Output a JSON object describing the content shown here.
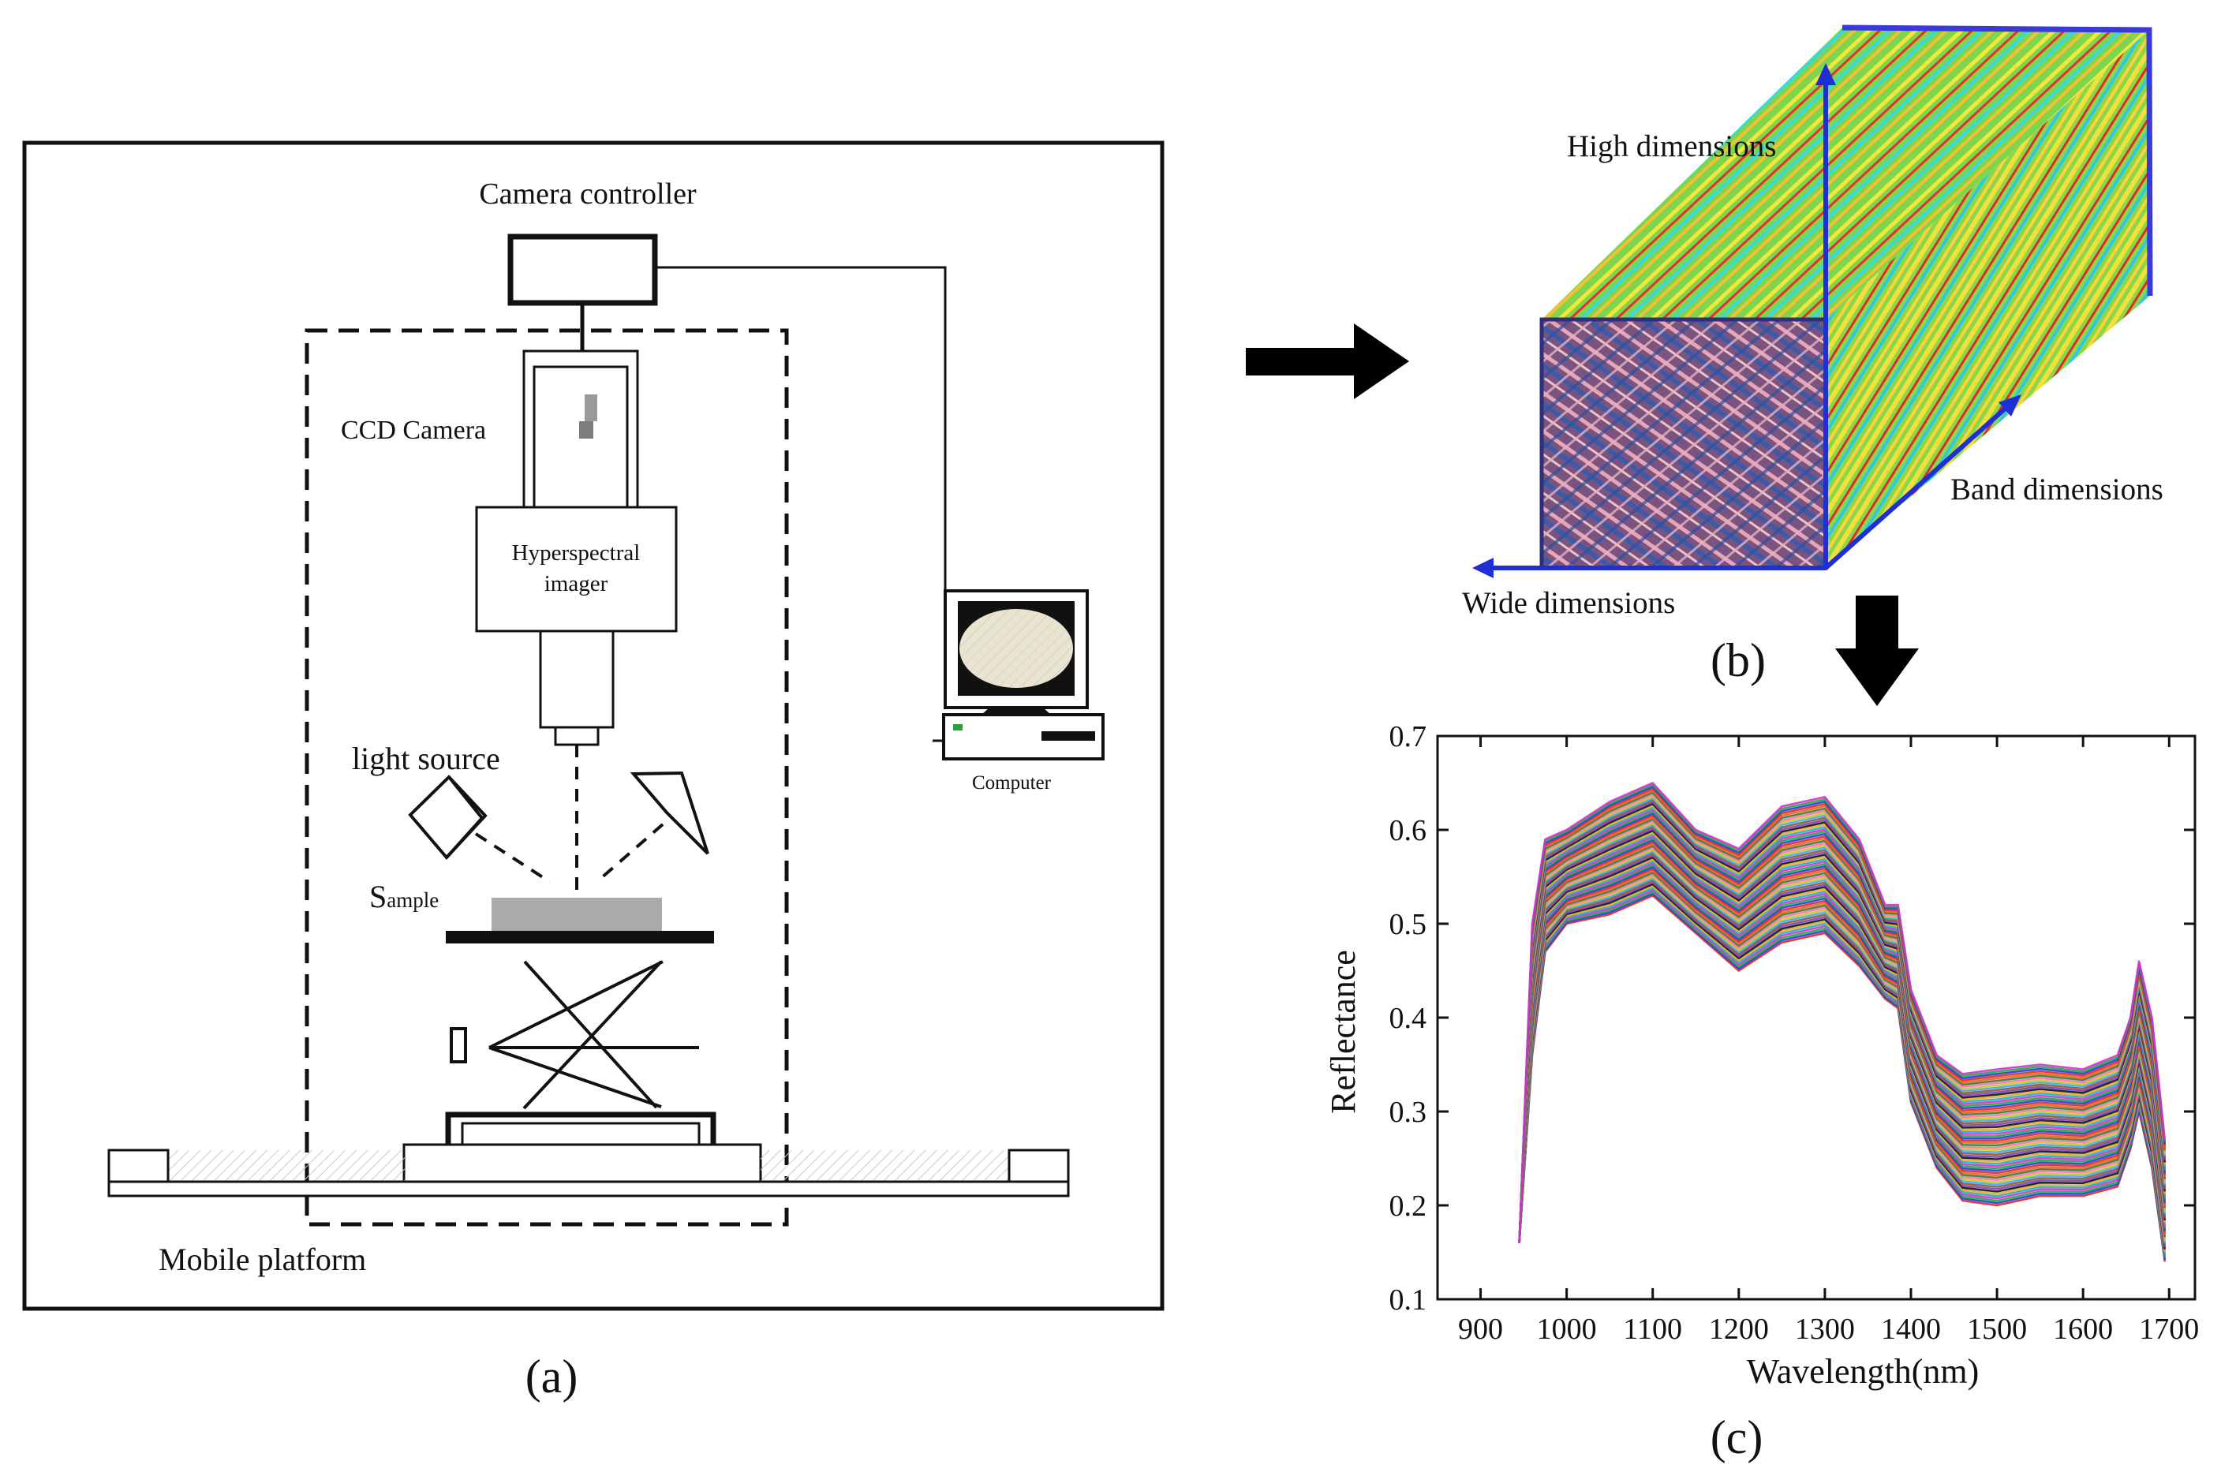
{
  "panel_a": {
    "camera_controller": "Camera controller",
    "ccd_camera": "CCD Camera",
    "imager_line1": "Hyperspectral",
    "imager_line2": "imager",
    "light_source": "light source",
    "sample_big": "S",
    "sample_small": "ample",
    "computer": "Computer",
    "mobile_platform": "Mobile platform",
    "caption": "(a)"
  },
  "panel_b": {
    "high": "High dimensions",
    "band": "Band dimensions",
    "wide": "Wide dimensions",
    "caption": "(b)"
  },
  "panel_c": {
    "caption": "(c)"
  },
  "colors": {
    "arrow": "#000000",
    "axis_arrow": "#1f2fd6",
    "cube_front": "#8a5e86",
    "cube_top": "#7fd84a"
  },
  "chart_data": {
    "type": "line",
    "xlabel": "Wavelength(nm)",
    "ylabel": "Reflectance",
    "xlim": [
      850,
      1730
    ],
    "ylim": [
      0.1,
      0.7
    ],
    "xticks": [
      "900",
      "1000",
      "1100",
      "1200",
      "1300",
      "1400",
      "1500",
      "1600",
      "1700"
    ],
    "yticks": [
      "0.1",
      "0.2",
      "0.3",
      "0.4",
      "0.5",
      "0.6",
      "0.7"
    ],
    "grid": false,
    "num_series": 60,
    "base_spectrum": {
      "wavelength": [
        945,
        960,
        975,
        1000,
        1050,
        1100,
        1150,
        1200,
        1250,
        1300,
        1340,
        1370,
        1385,
        1400,
        1430,
        1460,
        1500,
        1550,
        1600,
        1640,
        1655,
        1665,
        1680,
        1695
      ],
      "reflectance": [
        0.16,
        0.44,
        0.54,
        0.56,
        0.58,
        0.59,
        0.56,
        0.515,
        0.56,
        0.575,
        0.545,
        0.48,
        0.47,
        0.39,
        0.32,
        0.29,
        0.285,
        0.29,
        0.285,
        0.295,
        0.34,
        0.38,
        0.31,
        0.2
      ]
    },
    "envelope": {
      "upper_reflectance": [
        0.16,
        0.5,
        0.59,
        0.6,
        0.63,
        0.65,
        0.6,
        0.58,
        0.625,
        0.635,
        0.59,
        0.52,
        0.52,
        0.43,
        0.36,
        0.34,
        0.345,
        0.35,
        0.345,
        0.36,
        0.4,
        0.46,
        0.4,
        0.27
      ],
      "lower_reflectance": [
        0.16,
        0.36,
        0.47,
        0.5,
        0.51,
        0.53,
        0.49,
        0.45,
        0.48,
        0.49,
        0.455,
        0.42,
        0.41,
        0.31,
        0.24,
        0.205,
        0.2,
        0.21,
        0.21,
        0.22,
        0.26,
        0.3,
        0.24,
        0.14
      ]
    }
  }
}
